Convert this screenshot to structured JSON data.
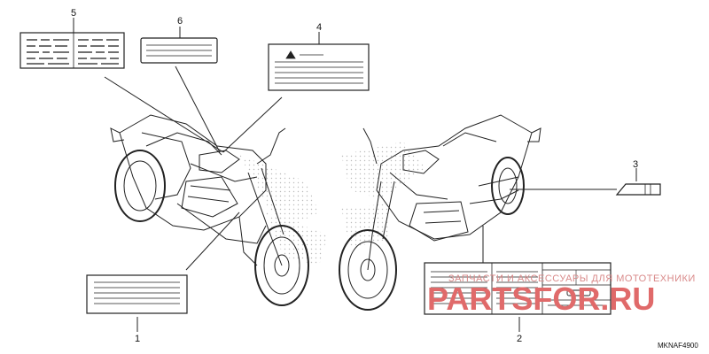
{
  "callouts": {
    "c1": "1",
    "c2": "2",
    "c3": "3",
    "c4": "4",
    "c5": "5",
    "c6": "6"
  },
  "diagram_code": "MKNAF4900",
  "watermark": {
    "line1": "ЗАПЧАСТИ И АКСЕССУАРЫ ДЛЯ МОТОТЕХНИКИ",
    "line2": "PARTSFOR.RU"
  },
  "colors": {
    "line": "#222222",
    "watermark": "#e06a6a",
    "dots": "#bbbbbb"
  }
}
